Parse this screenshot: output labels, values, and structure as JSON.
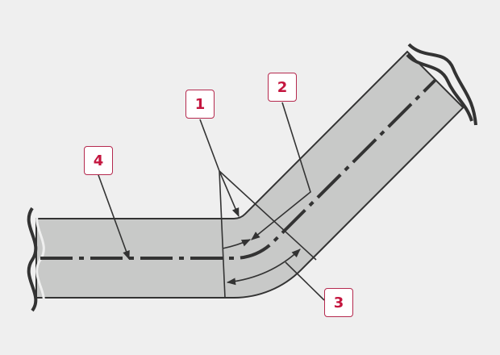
{
  "labels": {
    "l1": "1",
    "l2": "2",
    "l3": "3",
    "l4": "4"
  },
  "colors": {
    "background": "#efefef",
    "pipe": "#c8c9c8",
    "line": "#333333",
    "label": "#c4163f"
  }
}
